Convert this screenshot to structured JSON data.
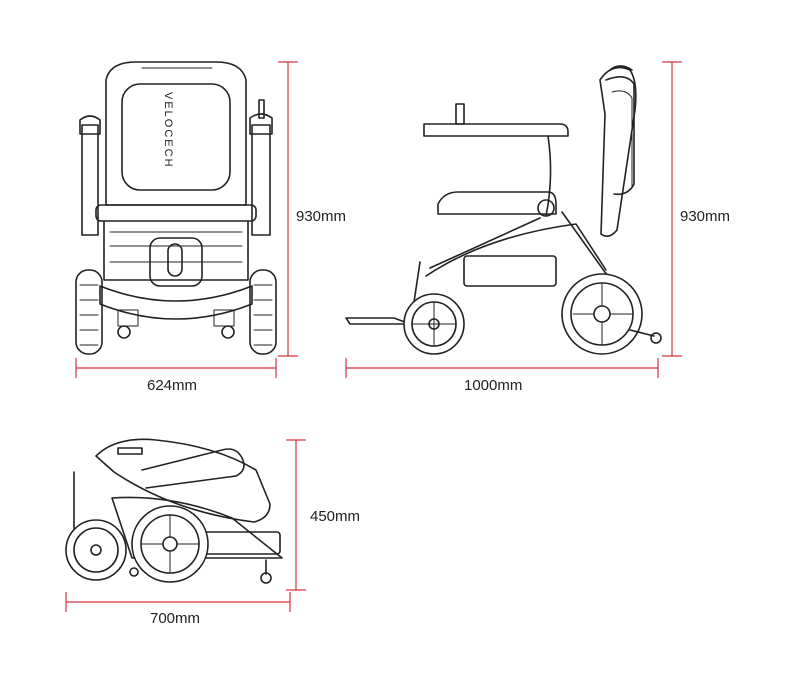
{
  "colors": {
    "dimension_line": "#d0383c",
    "drawing_ink": "#222222",
    "background": "#ffffff"
  },
  "brand_mark": "VELOCECH",
  "front_view": {
    "height_label": "930mm",
    "width_label": "624mm"
  },
  "side_view": {
    "height_label": "930mm",
    "length_label": "1000mm"
  },
  "folded_view": {
    "height_label": "450mm",
    "length_label": "700mm"
  }
}
